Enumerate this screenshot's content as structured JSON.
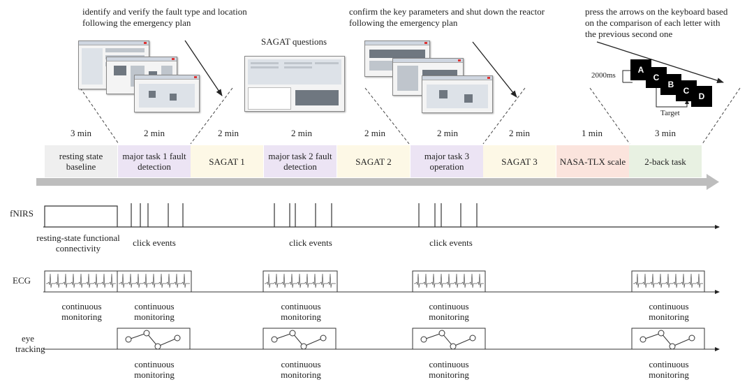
{
  "annotations": {
    "task1_note": [
      "identify and verify the fault type and location",
      "following the emergency plan"
    ],
    "sagat_questions": "SAGAT questions",
    "task3_note": [
      "confirm the key parameters and shut down the reactor",
      "following the emergency plan"
    ],
    "nback_note": [
      "press the arrows on the keyboard based",
      "on the comparison of each letter with",
      "the previous second one"
    ]
  },
  "nback": {
    "interval": "2000ms",
    "letters": [
      "A",
      "C",
      "B",
      "C",
      "D"
    ],
    "target_label": "Target"
  },
  "phases": [
    {
      "duration": "3 min",
      "label": "resting state baseline",
      "color": "#efefef"
    },
    {
      "duration": "2 min",
      "label": "major task 1 fault detection",
      "color": "#ece4f4"
    },
    {
      "duration": "2 min",
      "label": "SAGAT 1",
      "color": "#fdf8e6"
    },
    {
      "duration": "2 min",
      "label": "major task 2 fault detection",
      "color": "#ece4f4"
    },
    {
      "duration": "2 min",
      "label": "SAGAT 2",
      "color": "#fdf8e6"
    },
    {
      "duration": "2 min",
      "label": "major task 3 operation",
      "color": "#ece4f4"
    },
    {
      "duration": "2 min",
      "label": "SAGAT 3",
      "color": "#fdf8e6"
    },
    {
      "duration": "1 min",
      "label": "NASA-TLX scale",
      "color": "#fbe4dd"
    },
    {
      "duration": "3 min",
      "label": "2-back task",
      "color": "#e8f1e2"
    }
  ],
  "rows": {
    "fnirs": {
      "label": "fNIRS",
      "captions": [
        "resting-state functional connectivity",
        "click events",
        "click events",
        "click events"
      ]
    },
    "ecg": {
      "label": "ECG",
      "captions": [
        "continuous monitoring",
        "continuous monitoring",
        "continuous monitoring",
        "continuous monitoring",
        "continuous monitoring"
      ]
    },
    "eye": {
      "label": "eye tracking",
      "captions": [
        "continuous monitoring",
        "continuous monitoring",
        "continuous monitoring",
        "continuous monitoring"
      ]
    }
  },
  "colors": {
    "timeline_arrow": "#bdbdbd",
    "line": "#333333"
  }
}
